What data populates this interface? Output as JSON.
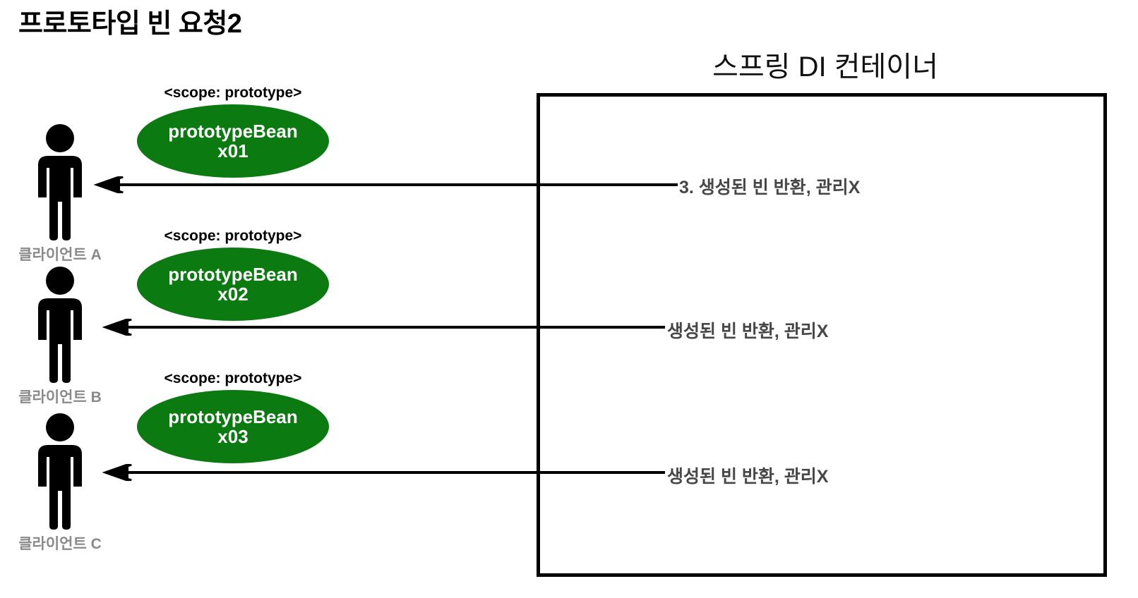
{
  "page": {
    "title": "프로토타입 빈 요청2",
    "background": "#ffffff"
  },
  "container": {
    "title": "스프링 DI 컨테이너",
    "border_color": "#000000"
  },
  "colors": {
    "bean_green": "#0b7a10",
    "client_label_gray": "#898989",
    "arrow_label_gray": "#474747",
    "arrow_black": "#000000"
  },
  "clients": [
    {
      "label": "클라이언트 A",
      "icon": "person-icon"
    },
    {
      "label": "클라이언트 B",
      "icon": "person-icon"
    },
    {
      "label": "클라이언트 C",
      "icon": "person-icon"
    }
  ],
  "beans": [
    {
      "scope": "<scope: prototype>",
      "name": "prototypeBean",
      "instance": "x01"
    },
    {
      "scope": "<scope: prototype>",
      "name": "prototypeBean",
      "instance": "x02"
    },
    {
      "scope": "<scope: prototype>",
      "name": "prototypeBean",
      "instance": "x03"
    }
  ],
  "arrows": [
    {
      "label": "3. 생성된 빈 반환, 관리X",
      "direction": "left"
    },
    {
      "label": "생성된 빈 반환, 관리X",
      "direction": "left"
    },
    {
      "label": "생성된 빈 반환, 관리X",
      "direction": "left"
    }
  ]
}
